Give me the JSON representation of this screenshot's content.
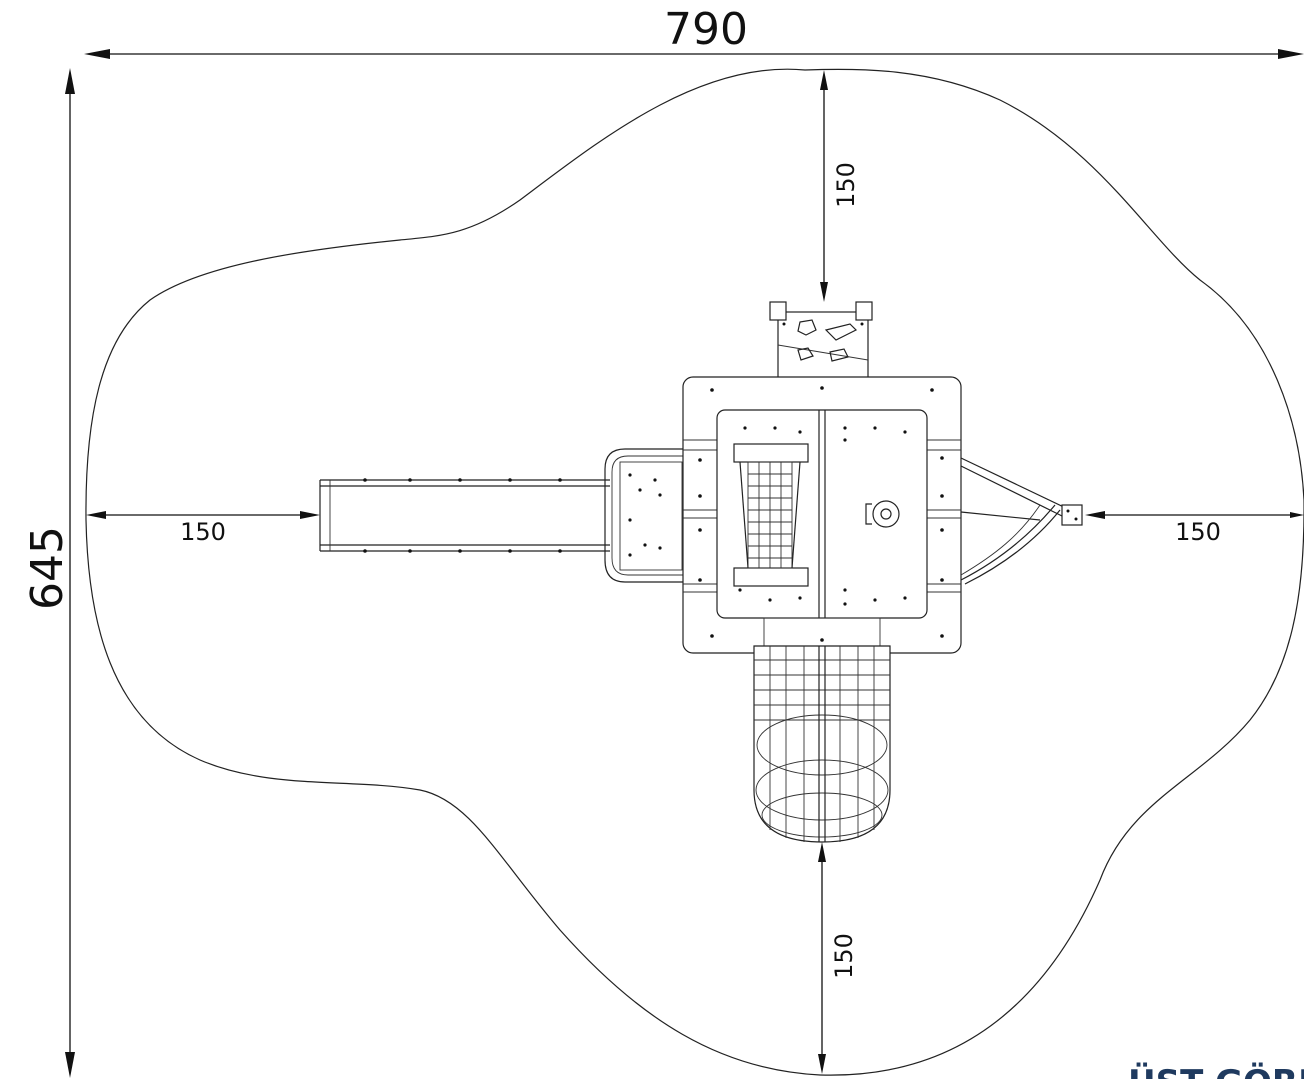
{
  "dimensions": {
    "overall_width": "790",
    "overall_depth": "645",
    "left_clearance": "150",
    "right_clearance": "150",
    "top_clearance": "150",
    "bottom_clearance": "150"
  },
  "view_label": "ÜST GÖRÜNÜŞ",
  "colors": {
    "line": "#222222",
    "caption": "#1f3a5f"
  }
}
